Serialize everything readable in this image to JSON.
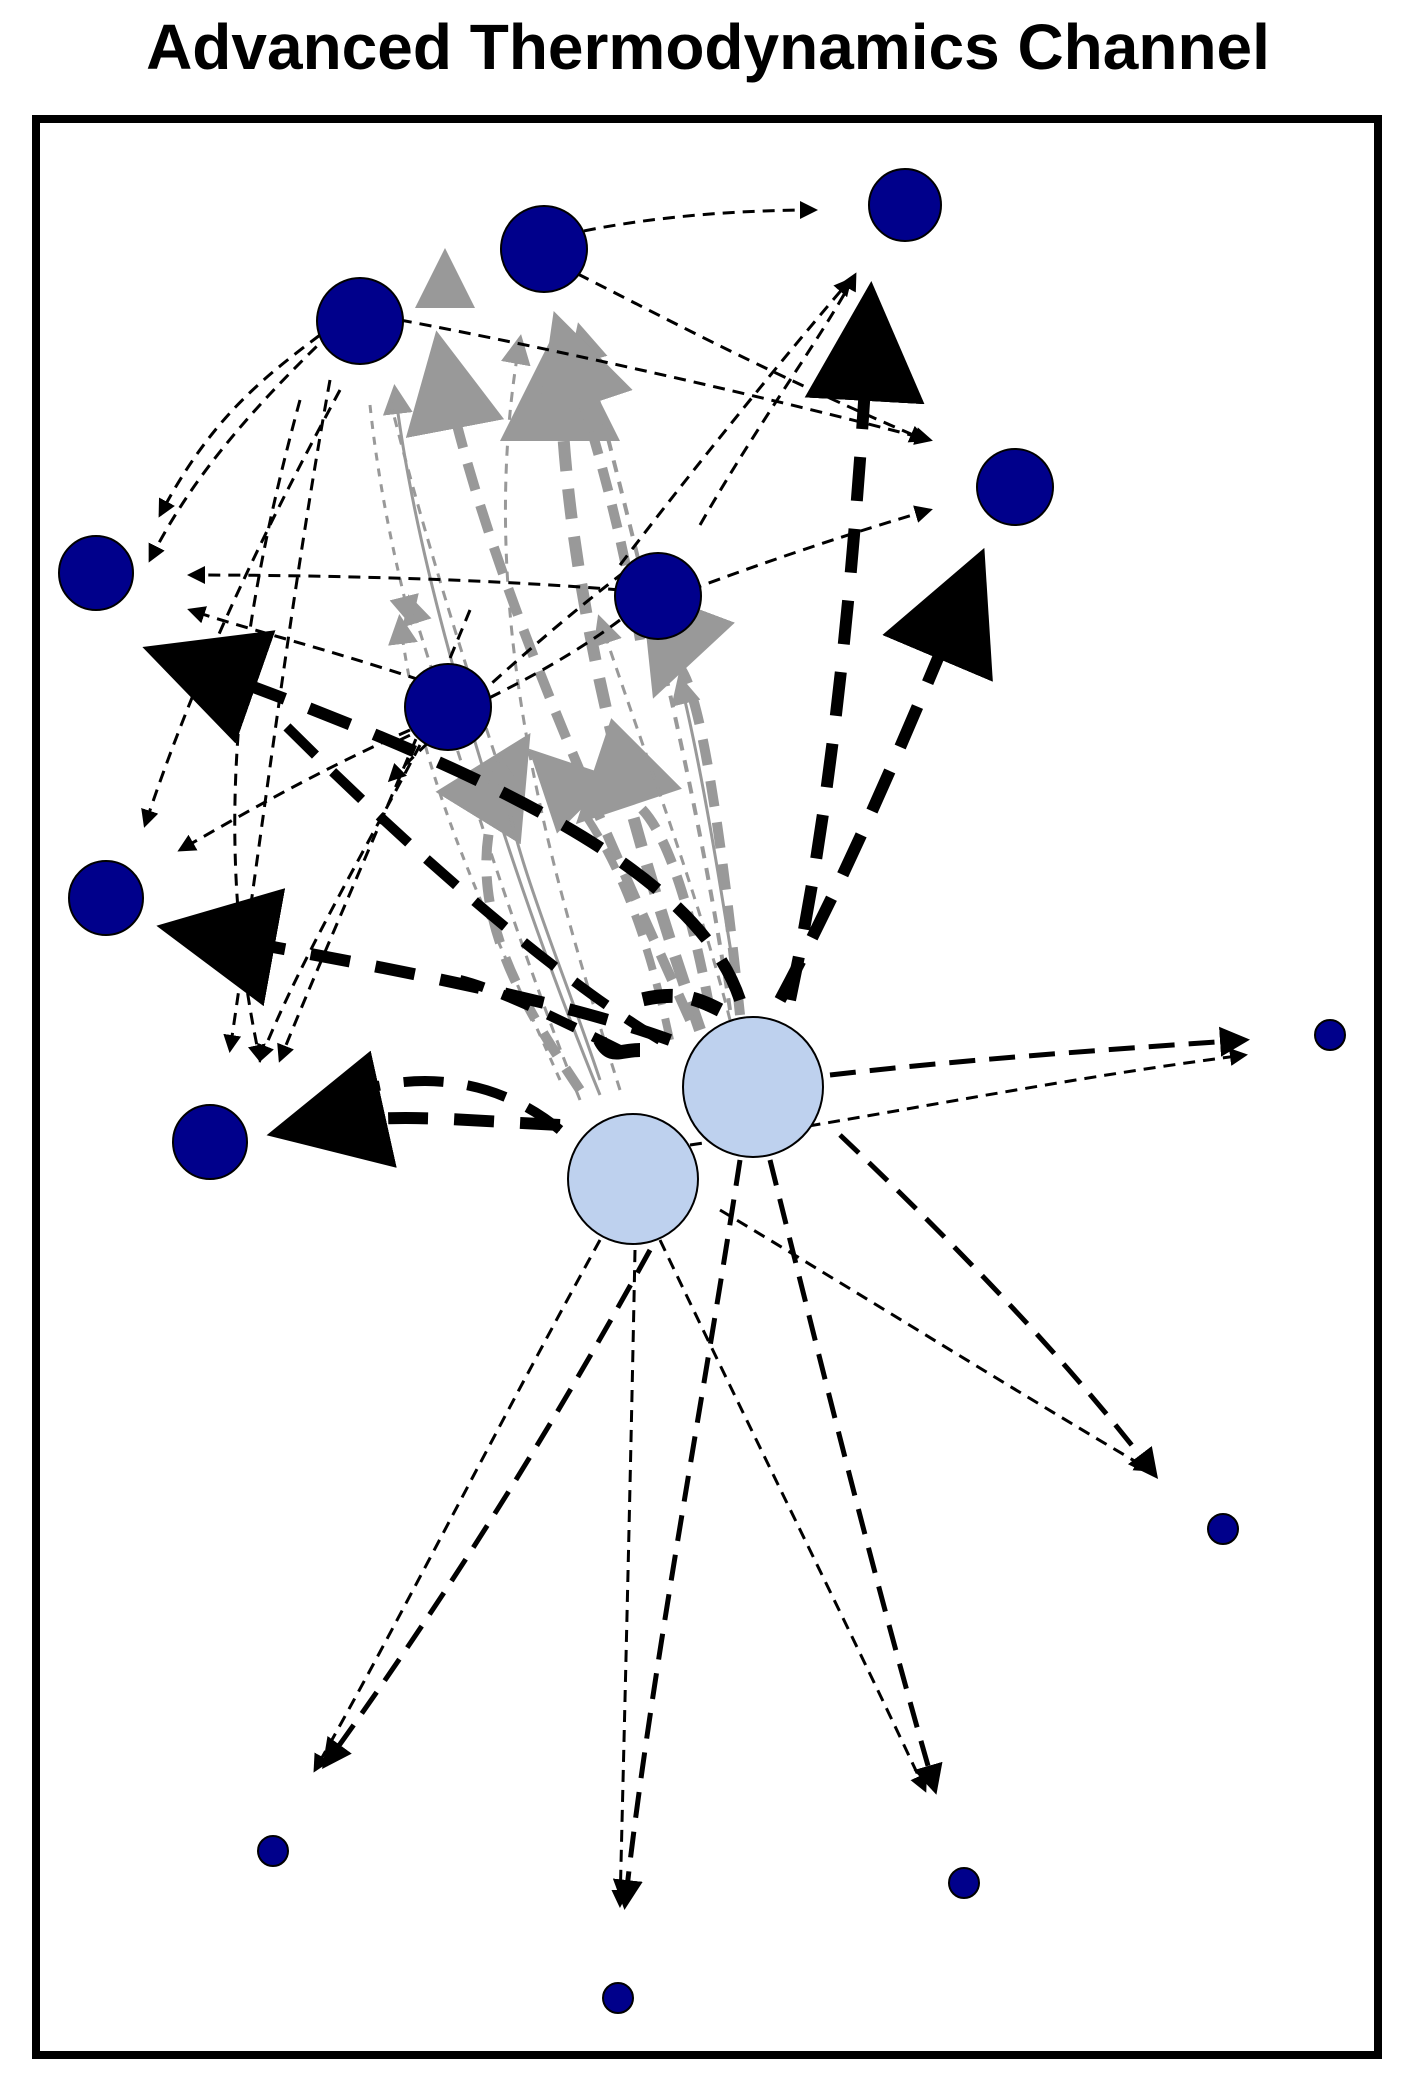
{
  "title": "Advanced Thermodynamics Channel",
  "colors": {
    "hub_fill": "#bed1ee",
    "leaf_fill": "#00008b",
    "edge_dark": "#000000",
    "edge_gray": "#999999",
    "frame": "#000000"
  },
  "nodes": [
    {
      "id": "hub-a",
      "kind": "hub"
    },
    {
      "id": "hub-b",
      "kind": "hub"
    },
    {
      "id": "n-top-right",
      "kind": "leaf"
    },
    {
      "id": "n-top-center",
      "kind": "leaf"
    },
    {
      "id": "n-top-left",
      "kind": "leaf"
    },
    {
      "id": "n-right",
      "kind": "leaf"
    },
    {
      "id": "n-left-upper",
      "kind": "leaf"
    },
    {
      "id": "n-center",
      "kind": "leaf"
    },
    {
      "id": "n-center-left",
      "kind": "leaf"
    },
    {
      "id": "n-left-middle",
      "kind": "leaf"
    },
    {
      "id": "n-left-lower",
      "kind": "leaf"
    },
    {
      "id": "n-far-right",
      "kind": "small"
    },
    {
      "id": "n-lower-right",
      "kind": "small"
    },
    {
      "id": "n-bottom-left",
      "kind": "small"
    },
    {
      "id": "n-bottom-right",
      "kind": "small"
    },
    {
      "id": "n-bottom",
      "kind": "small"
    }
  ]
}
